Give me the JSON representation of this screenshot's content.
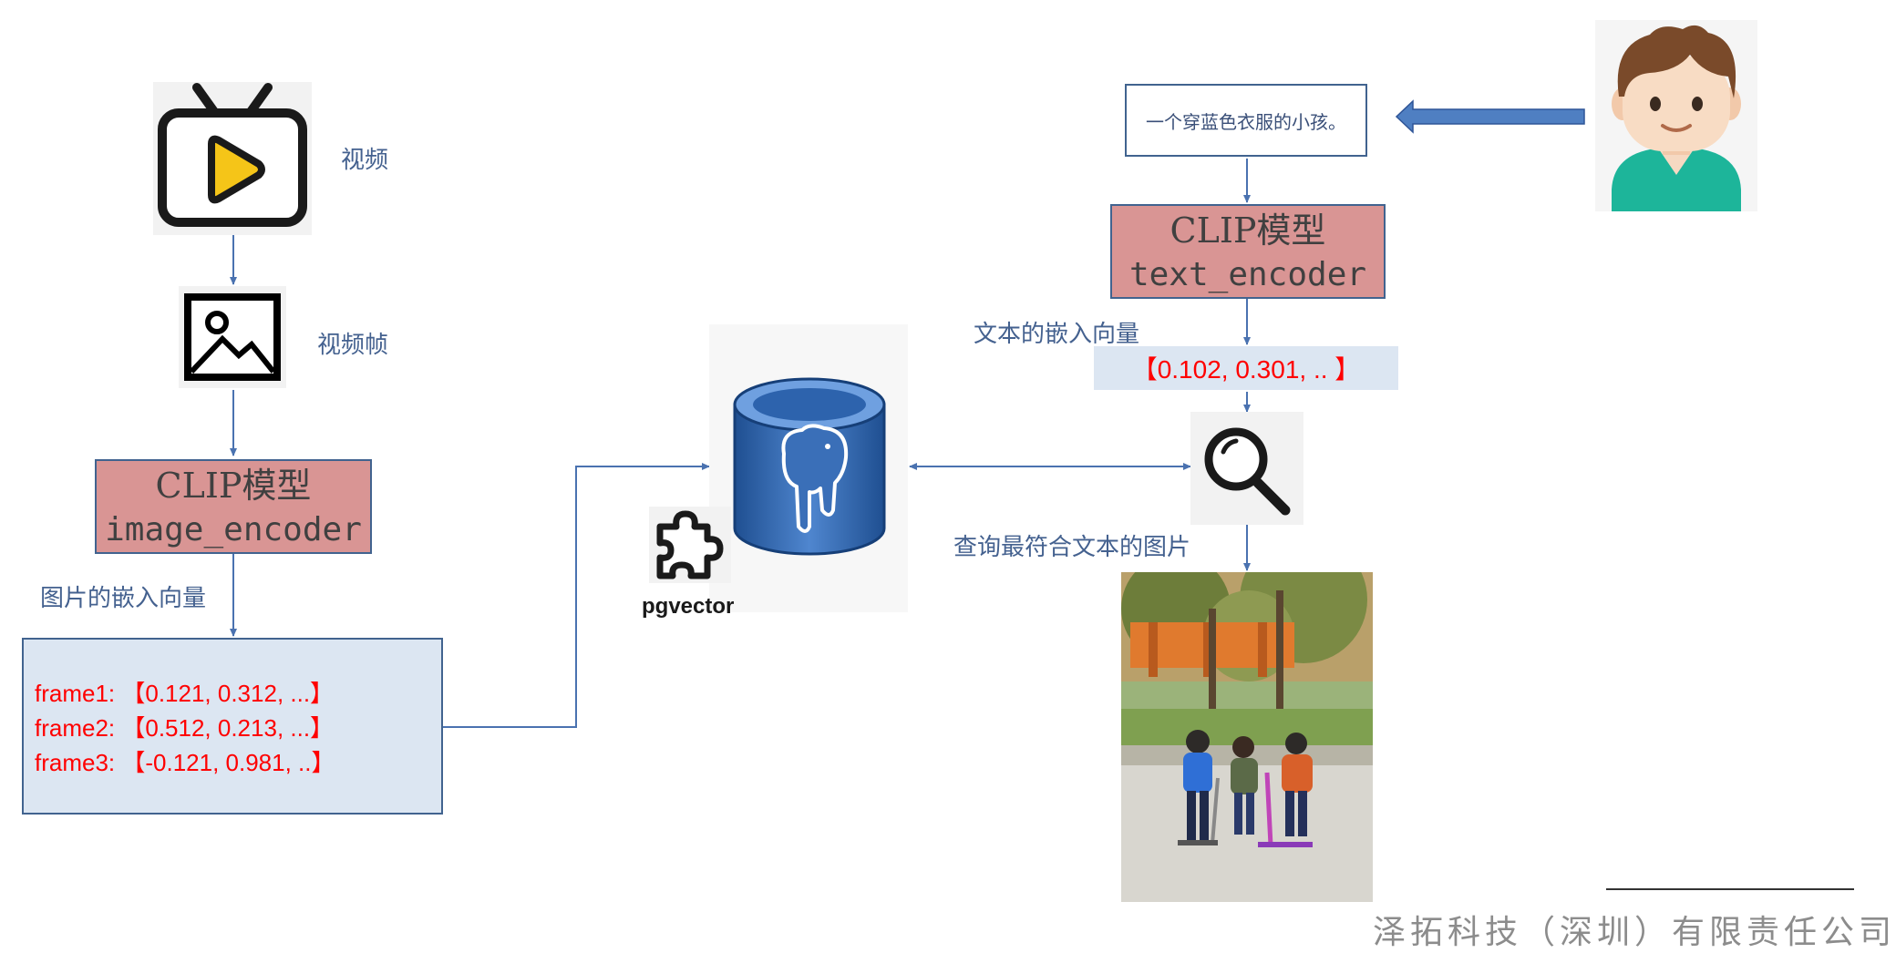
{
  "left": {
    "video_label": "视频",
    "frame_label": "视频帧",
    "clip_image": {
      "line1": "CLIP模型",
      "line2": "image_encoder"
    },
    "embedding_label": "图片的嵌入向量",
    "frames": [
      "frame1: 【0.121, 0.312, ...】",
      "frame2: 【0.512, 0.213, ...】",
      "frame3: 【-0.121, 0.981, ..】"
    ]
  },
  "center": {
    "pgvector_label": "pgvector"
  },
  "right": {
    "query_text": "一个穿蓝色衣服的小孩。",
    "clip_text": {
      "line1": "CLIP模型",
      "line2": "text_encoder"
    },
    "embedding_label": "文本的嵌入向量",
    "vector": "【0.102, 0.301, .. 】",
    "search_label": "查询最符合文本的图片"
  },
  "footer": {
    "company": "泽拓科技（深圳）有限责任公司"
  },
  "colors": {
    "clip_fill": "#d99594",
    "box_fill": "#dce6f2",
    "border": "#41638f",
    "vector_text": "#ff0000",
    "label_text": "#44618f"
  },
  "icons": [
    "tv-play-icon",
    "image-frame-icon",
    "postgres-elephant-icon",
    "puzzle-icon",
    "search-icon",
    "user-avatar-icon"
  ]
}
